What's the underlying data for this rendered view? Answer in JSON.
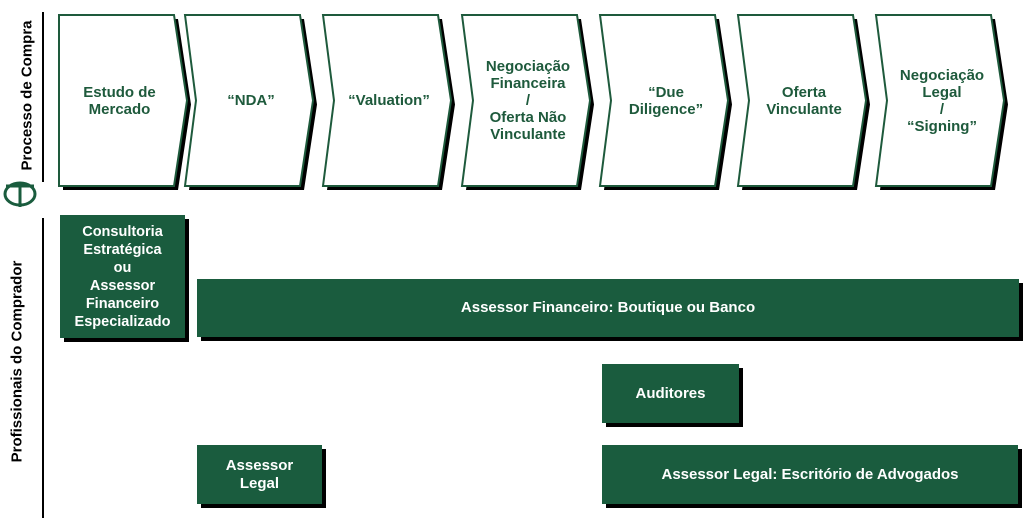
{
  "labels": {
    "top": "Processo de Compra",
    "bottom": "Profissionais do Comprador"
  },
  "steps": [
    "Estudo de\nMercado",
    "“NDA”",
    "“Valuation”",
    "Negociação\nFinanceira\n/\nOferta Não\nVinculante",
    "“Due\nDiligence”",
    "Oferta\nVinculante",
    "Negociação\nLegal\n/\n“Signing”"
  ],
  "professionals": {
    "consultoria": "Consultoria\nEstratégica\nou\nAssessor\nFinanceiro\nEspecializado",
    "assessor_financeiro": "Assessor Financeiro: Boutique ou Banco",
    "auditores": "Auditores",
    "assessor_legal": "Assessor\nLegal",
    "assessor_legal_escritorio": "Assessor Legal: Escritório de Advogados"
  },
  "colors": {
    "box_fill": "#1a5c3e",
    "step_text": "#1e5a3c",
    "chevron_border": "#1e5a3c"
  }
}
